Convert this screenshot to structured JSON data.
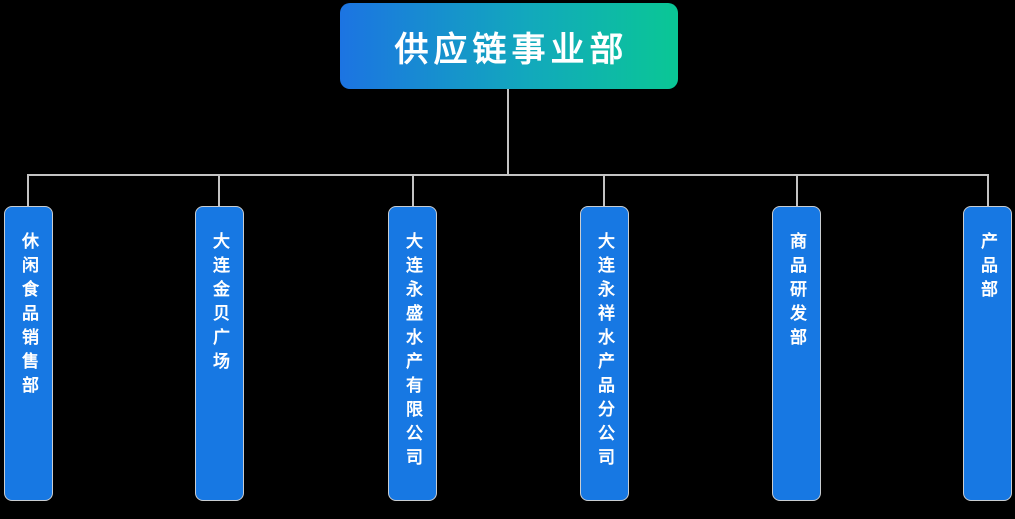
{
  "canvas": {
    "background_color": "#000000"
  },
  "root": {
    "label": "供应链事业部",
    "gradient_start_color": "#1c74e2",
    "gradient_end_color": "#0ac795",
    "text_color": "#ffffff"
  },
  "children": [
    {
      "label": "休闲食品销售部"
    },
    {
      "label": "大连金贝广场"
    },
    {
      "label": "大连永盛水产有限公司"
    },
    {
      "label": "大连永祥水产品分公司"
    },
    {
      "label": "商品研发部"
    },
    {
      "label": "产品部"
    }
  ],
  "styles": {
    "child_node_fill": "#1778e3",
    "child_node_border": "#c9cdd1",
    "child_text_color": "#ffffff",
    "connector_color": "#c3c3c3"
  }
}
